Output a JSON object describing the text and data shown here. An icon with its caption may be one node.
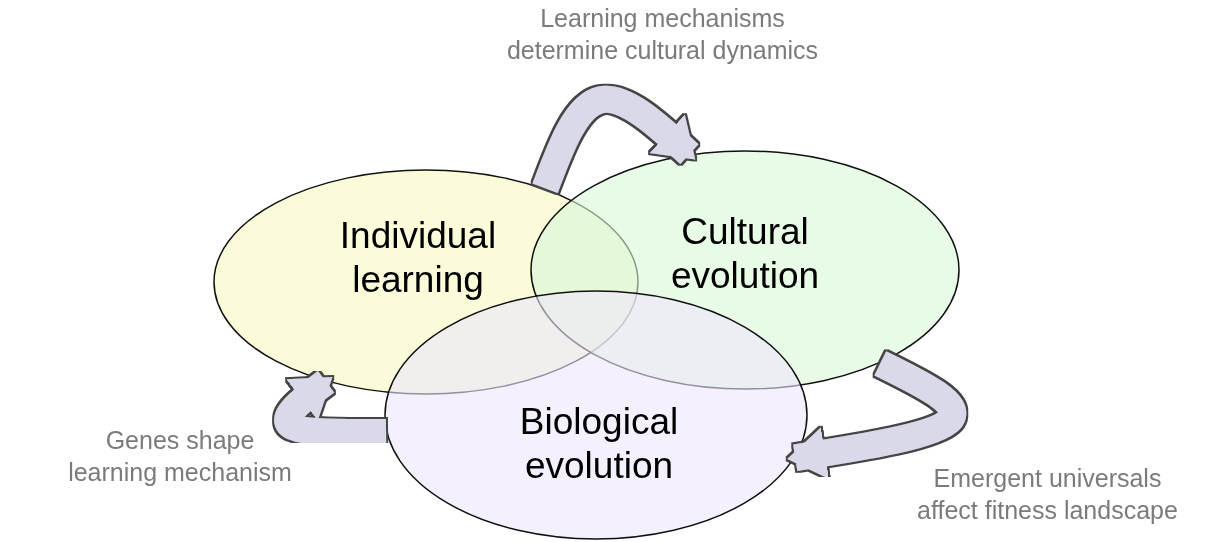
{
  "diagram": {
    "nodes": [
      {
        "text": [
          "Individual learning"
        ]
      },
      {
        "text": [
          "Cultural evolution"
        ]
      },
      {
        "text": [
          "Biological evolution"
        ]
      }
    ],
    "edges": [
      {
        "from": 0,
        "to": 1,
        "arrow": "to",
        "label": "Learning mechanisms determine cultural dynamics"
      },
      {
        "from": 1,
        "to": 2,
        "arrow": "to",
        "label": "Emergent universals affect fitness landscape"
      },
      {
        "from": 2,
        "to": 0,
        "arrow": "to",
        "label": "Genes shape learning mechanism"
      }
    ]
  }
}
